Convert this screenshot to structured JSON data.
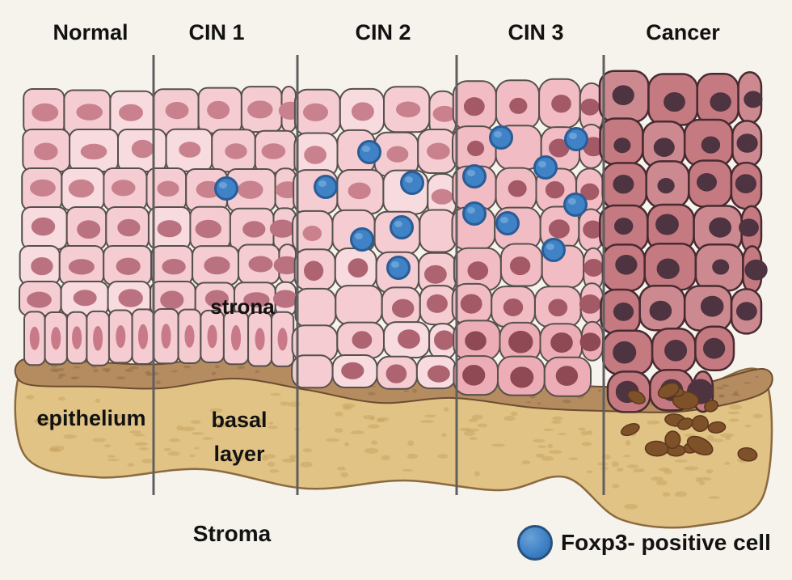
{
  "figure": {
    "stages": [
      {
        "label": "Normal",
        "foxp3_count": 0
      },
      {
        "label": "CIN 1",
        "foxp3_count": 1
      },
      {
        "label": "CIN 2",
        "foxp3_count": 6
      },
      {
        "label": "CIN 3",
        "foxp3_count": 8
      },
      {
        "label": "Cancer",
        "foxp3_count": 0
      }
    ],
    "annotations": {
      "strona_label": "strona",
      "epithelium_label": "epithelium",
      "basal_label_line1": "basal",
      "basal_label_line2": "layer",
      "stroma_label": "Stroma"
    },
    "legend": {
      "label": "Foxp3- positive cell"
    },
    "foxp3_positions": [
      [
        280,
        233
      ],
      [
        403,
        231
      ],
      [
        457,
        188
      ],
      [
        510,
        226
      ],
      [
        448,
        296
      ],
      [
        497,
        281
      ],
      [
        493,
        331
      ],
      [
        587,
        218
      ],
      [
        620,
        170
      ],
      [
        675,
        207
      ],
      [
        713,
        172
      ],
      [
        587,
        264
      ],
      [
        628,
        276
      ],
      [
        712,
        253
      ],
      [
        685,
        309
      ]
    ],
    "colors": {
      "background": "#f6f3ec",
      "text": "#121212",
      "divider": "#5f5f5f",
      "outline": "#56504d",
      "cell_pink": "#f4ccd1",
      "cell_pink_light": "#f8dbdf",
      "nucleus_pink": "#c9818e",
      "nucleus_deep": "#bb7280",
      "nucleus_basal": "#c87a88",
      "cin2_nucleus": "#ad6370",
      "cin3_body": "#f1bcc3",
      "cin3_deep_body": "#edadb7",
      "cin3_nucleus": "#a45966",
      "cin3_deep_nucleus": "#8e4955",
      "cancer_body": "#c47a80",
      "cancer_body_light": "#cd8990",
      "cancer_nucleus": "#4e3340",
      "cancer_outline": "#472b31",
      "basement": "#b48c60",
      "basement_edge": "#6e4c30",
      "basement_speckle": "#94714b",
      "stroma": "#e0c385",
      "stroma_speckle": "#c5a05c",
      "stroma_edge": "#8a6a3f",
      "invading_blob": "#7f5128",
      "invading_blob_edge": "#5a381d",
      "foxp3_fill": "#3f82c6",
      "foxp3_edge": "#2a5c95"
    }
  }
}
